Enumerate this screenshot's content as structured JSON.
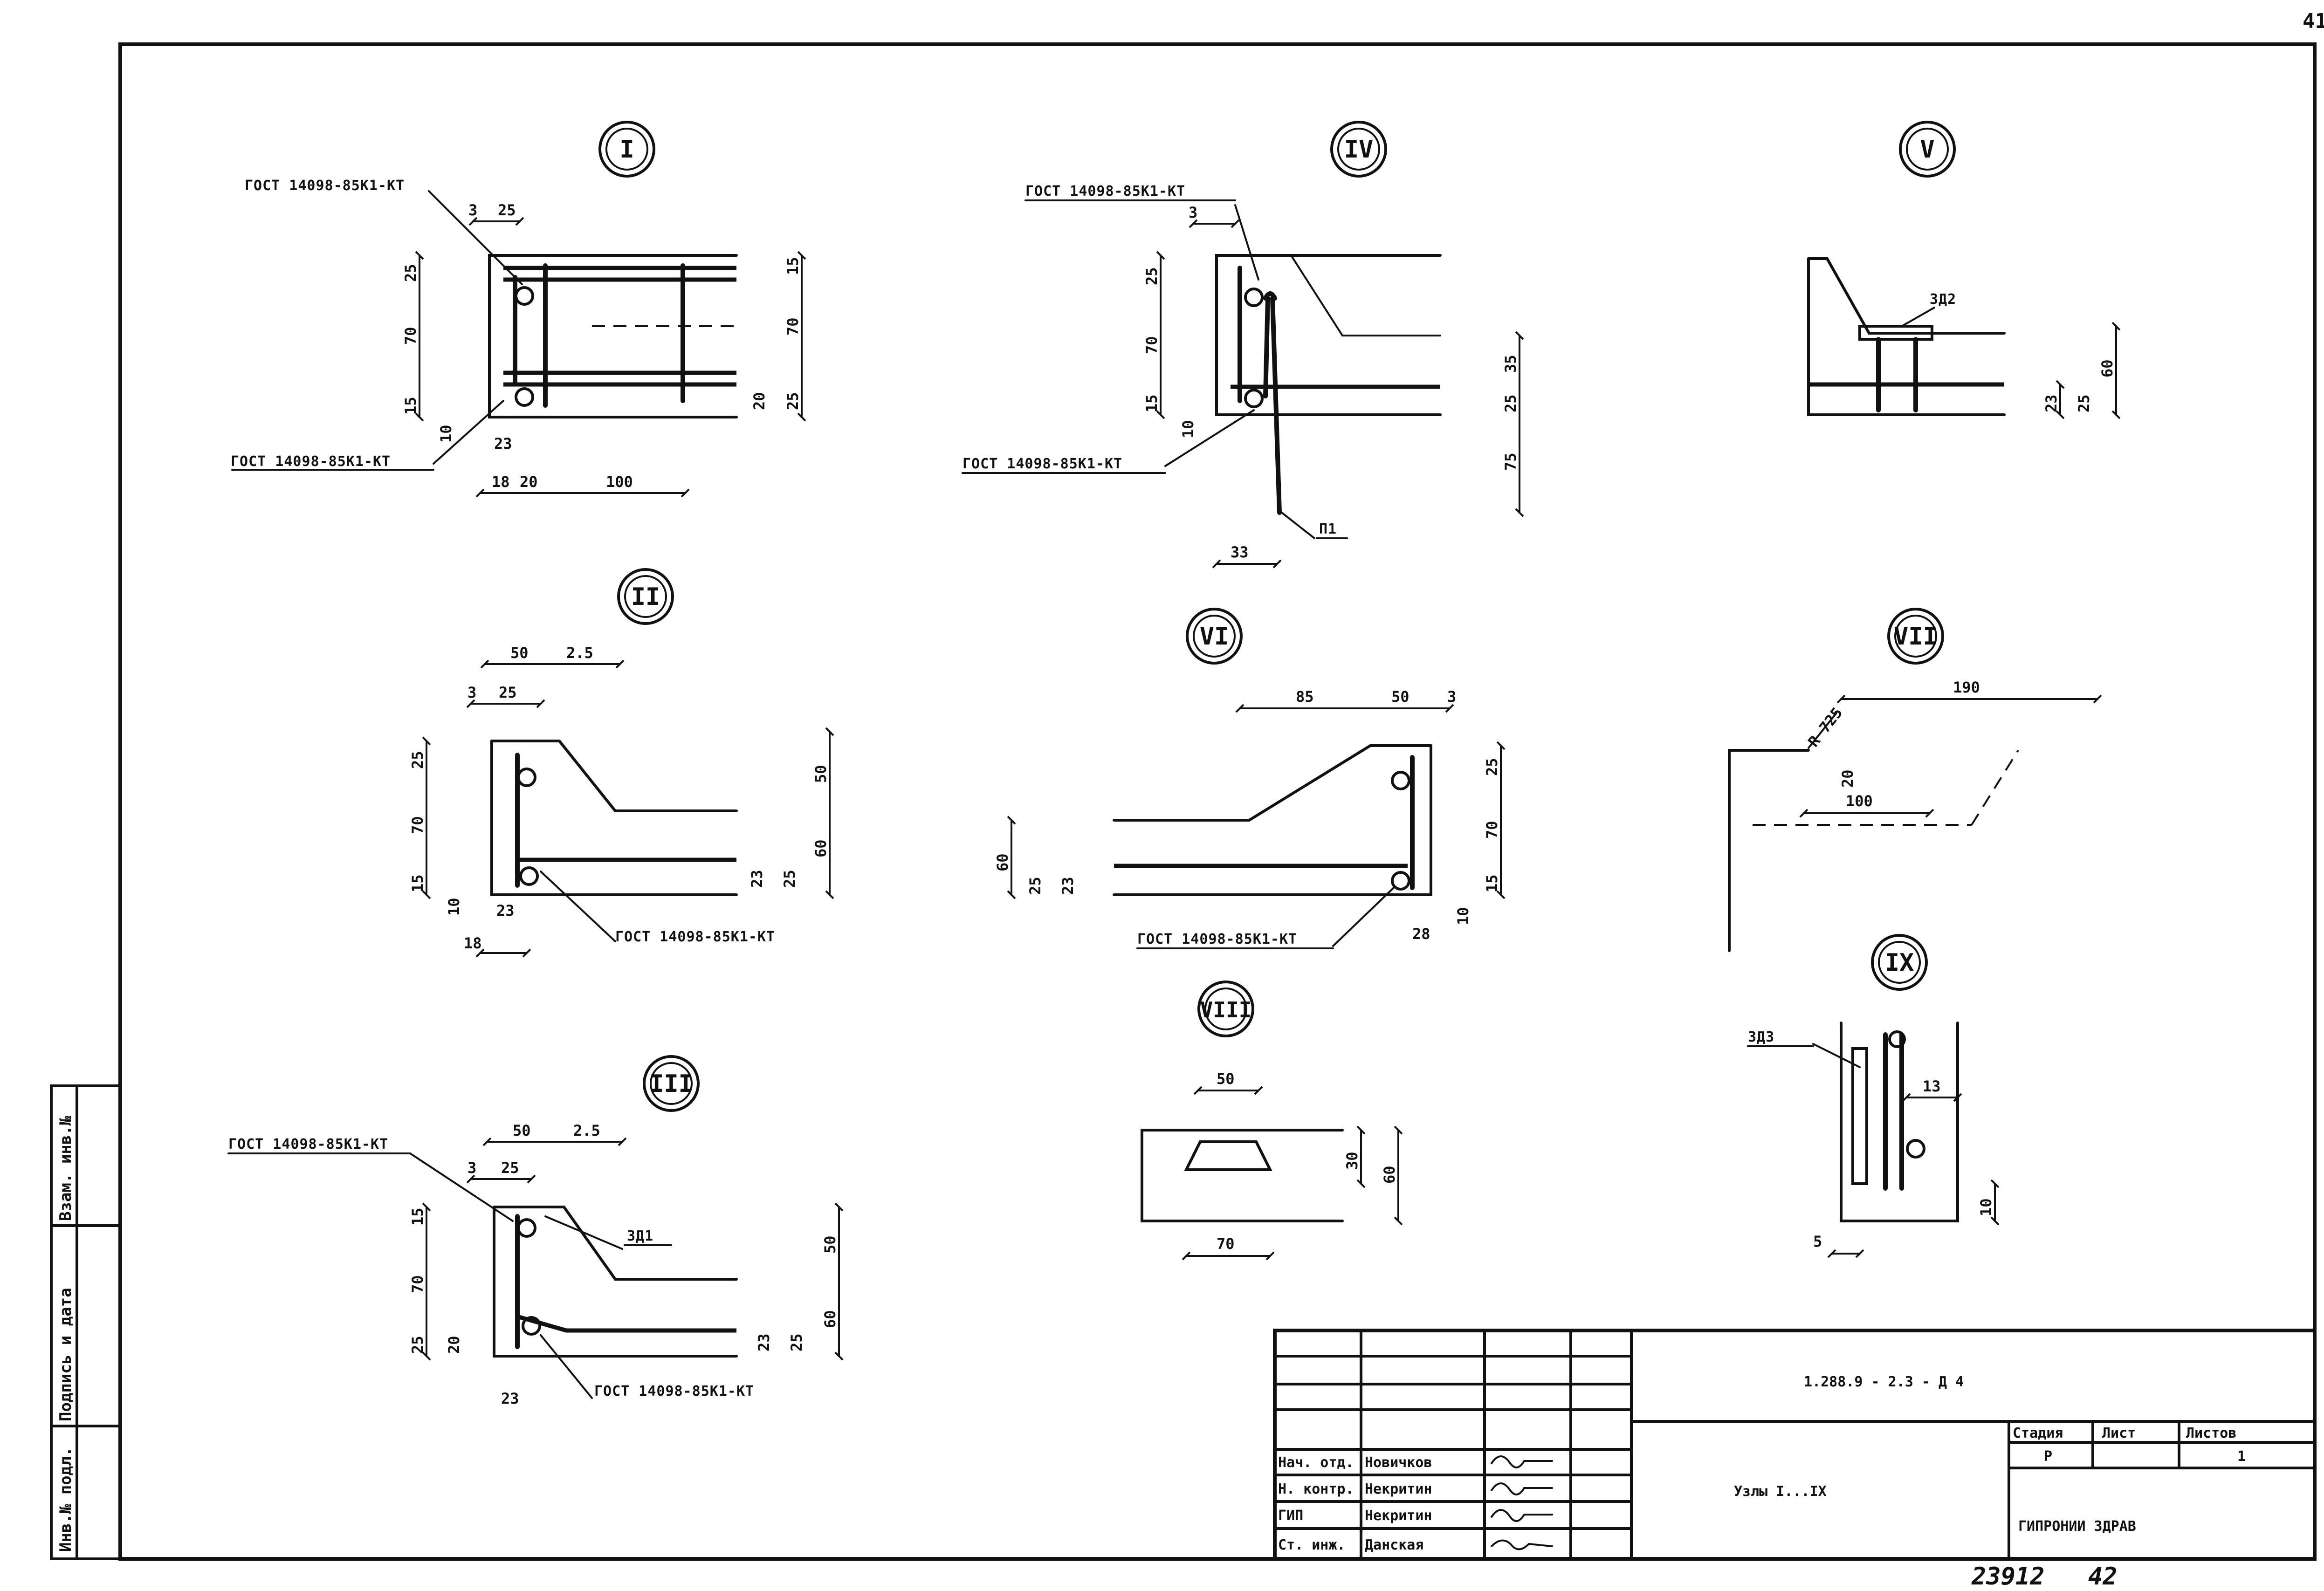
{
  "sheet_number": "41",
  "footer": {
    "inventory": "23912",
    "format": "42"
  },
  "side_stamp": {
    "col1": "Инв.№ подл.",
    "col2": "Подпись и дата",
    "col3": "Взам. инв.№"
  },
  "nodes": [
    {
      "id": "I",
      "dims": [
        "3",
        "25",
        "25",
        "70",
        "15",
        "10",
        "23",
        "18",
        "20",
        "100",
        "15",
        "70",
        "20",
        "25"
      ],
      "callouts": [
        "ГОСТ 14098-85К1-КТ",
        "ГОСТ 14098-85К1-КТ"
      ]
    },
    {
      "id": "II",
      "dims": [
        "50",
        "25",
        "3",
        "2.5",
        "25",
        "70",
        "15",
        "10",
        "23",
        "18",
        "50",
        "60",
        "23",
        "25"
      ],
      "callouts": [
        "ГОСТ 14098-85К1-КТ"
      ]
    },
    {
      "id": "III",
      "dims": [
        "50",
        "2.5",
        "3",
        "25",
        "15",
        "70",
        "25",
        "20",
        "23",
        "50",
        "60",
        "23",
        "25"
      ],
      "callouts": [
        "ГОСТ 14098-85К1-КТ",
        "ЗД1",
        "ГОСТ 14098-85К1-КТ"
      ]
    },
    {
      "id": "IV",
      "dims": [
        "3",
        "25",
        "70",
        "15",
        "10",
        "33",
        "35",
        "25",
        "75"
      ],
      "callouts": [
        "ГОСТ 14098-85К1-КТ",
        "ГОСТ 14098-85К1-КТ",
        "П1"
      ]
    },
    {
      "id": "V",
      "dims": [
        "23",
        "25",
        "60"
      ],
      "callouts": [
        "ЗД2"
      ]
    },
    {
      "id": "VI",
      "dims": [
        "85",
        "50",
        "3",
        "25",
        "70",
        "15",
        "10",
        "28",
        "60",
        "25",
        "23"
      ],
      "callouts": [
        "ГОСТ 14098-85К1-КТ"
      ]
    },
    {
      "id": "VII",
      "dims": [
        "190",
        "R 725",
        "20",
        "100"
      ],
      "callouts": []
    },
    {
      "id": "VIII",
      "dims": [
        "50",
        "30",
        "60",
        "70"
      ],
      "callouts": []
    },
    {
      "id": "IX",
      "dims": [
        "13",
        "10",
        "5"
      ],
      "callouts": [
        "ЗД3"
      ]
    }
  ],
  "title_block": {
    "doc_code": "1.288.9 - 2.3 - Д 4",
    "title": "Узлы I...IX",
    "org": "ГИПРОНИИ ЗДРАВ",
    "stage_header": "Стадия",
    "sheet_header": "Лист",
    "sheets_header": "Листов",
    "stage": "Р",
    "sheets": "1",
    "signatures": [
      {
        "role": "Нач. отд.",
        "name": "Новичков"
      },
      {
        "role": "Н. контр.",
        "name": "Некритин"
      },
      {
        "role": "ГИП",
        "name": "Некритин"
      },
      {
        "role": "Ст. инж.",
        "name": "Данская"
      }
    ]
  }
}
